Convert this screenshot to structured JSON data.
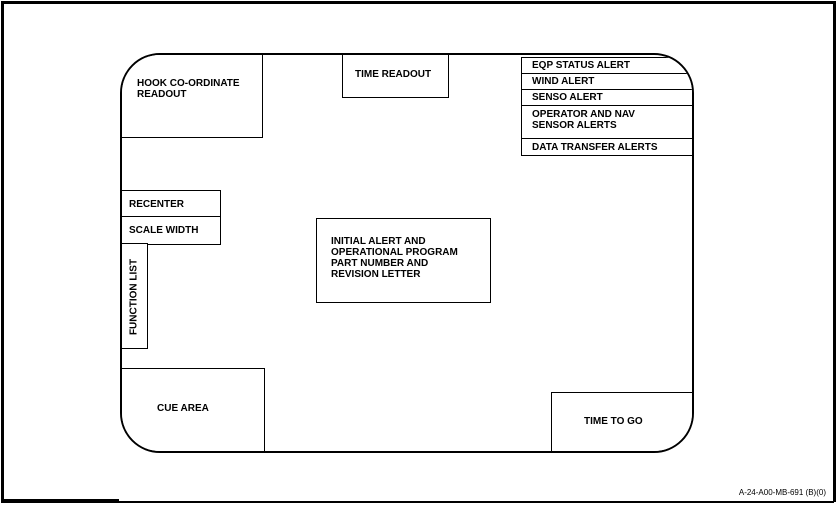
{
  "screen": {
    "hook_readout": "HOOK CO-ORDINATE READOUT",
    "time_readout": "TIME READOUT",
    "alerts": [
      "EQP STATUS ALERT",
      "WIND ALERT",
      "SENSO ALERT",
      "OPERATOR AND NAV SENSOR ALERTS",
      "DATA TRANSFER ALERTS"
    ],
    "recenter": "RECENTER",
    "scale_width": "SCALE WIDTH",
    "function_list": "FUNCTION LIST",
    "initial_alert": "INITIAL ALERT AND OPERATIONAL PROGRAM PART NUMBER AND REVISION LETTER",
    "cue_area": "CUE AREA",
    "time_to_go": "TIME TO GO"
  },
  "figure_id": "A-24-A00-MB-691 (B)(0)"
}
